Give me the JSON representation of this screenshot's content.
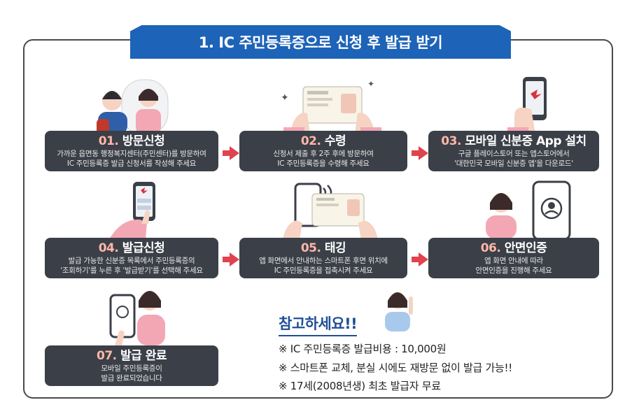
{
  "banner": {
    "title": "1. IC 주민등록증으로 신청 후 발급 받기"
  },
  "steps": [
    {
      "num": "01.",
      "title": "방문신청",
      "desc1": "가까운 읍면동 행정복지센터(주민센터)를 방문하여",
      "desc2": "IC 주민등록증 발급 신청서를 작성해 주세요"
    },
    {
      "num": "02.",
      "title": "수령",
      "desc1": "신청서 제출 후 2주 후에 방문하여",
      "desc2": "IC 주민등록증을 수령해 주세요"
    },
    {
      "num": "03.",
      "title": "모바일 신분증 App 설치",
      "desc1": "구글 플레이스토어 또는 앱스토어에서",
      "desc2": "'대한민국 모바일 신분증 앱'을 다운로드'"
    },
    {
      "num": "04.",
      "title": "발급신청",
      "desc1": "발급 가능한 신분증 목록에서 주민등록증의",
      "desc2": "'조회하기'를 누른 후 '발급받기'를 선택해 주세요"
    },
    {
      "num": "05.",
      "title": "태깅",
      "desc1": "앱 화면에서 안내하는 스마트폰 후면 위치에",
      "desc2": "IC 주민등록증을 접촉시켜 주세요"
    },
    {
      "num": "06.",
      "title": "안면인증",
      "desc1": "앱 화면 안내에 따라",
      "desc2": "안면인증을 진행해 주세요"
    },
    {
      "num": "07.",
      "title": "발급 완료",
      "desc1": "모바일 주민등록증이",
      "desc2": "발급 완료되었습니다"
    }
  ],
  "note": {
    "title": "참고하세요!!",
    "lines": [
      "※ IC 주민등록증 발급비용 : 10,000원",
      "※ 스마트폰 교체, 분실 시에도 재방문 없이 발급 가능!!",
      "※ 17세(2008년생) 최초 발급자 무료"
    ]
  },
  "colors": {
    "banner": "#1d63b8",
    "card": "#3b3f47",
    "accent": "#ffb7a8",
    "arrow": "#e0434d",
    "note": "#1f4e96"
  }
}
